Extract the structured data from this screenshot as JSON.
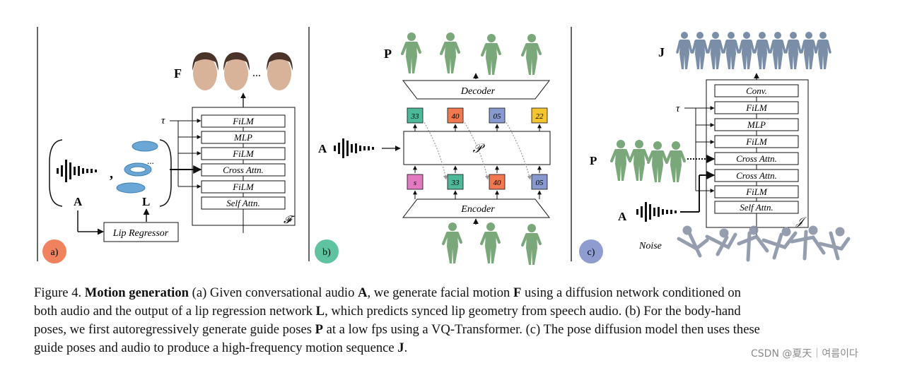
{
  "panel_a": {
    "badge": "a)",
    "output_label": "F",
    "ellipsis": "...",
    "tau": "τ",
    "audio_label": "A",
    "lip_label": "L",
    "comma": ",",
    "lip_ellipsis": "...",
    "lip_regressor": "Lip Regressor",
    "network_symbol": "𝓕",
    "layers": [
      "FiLM",
      "MLP",
      "FiLM",
      "Cross Attn.",
      "FiLM",
      "Self Attn."
    ]
  },
  "panel_b": {
    "badge": "b)",
    "output_label": "P",
    "audio_label": "A",
    "decoder": "Decoder",
    "encoder": "Encoder",
    "transformer_symbol": "𝒫",
    "top_tokens": [
      "33",
      "40",
      "05",
      "22"
    ],
    "bottom_tokens": [
      "s",
      "33",
      "40",
      "05"
    ]
  },
  "panel_c": {
    "badge": "c)",
    "output_label": "J",
    "guide_label": "P",
    "audio_label": "A",
    "noise_label": "Noise",
    "tau": "τ",
    "network_symbol": "𝒥",
    "layers": [
      "Conv.",
      "FiLM",
      "MLP",
      "FiLM",
      "Cross Attn.",
      "Cross Attn.",
      "FiLM",
      "Self Attn."
    ]
  },
  "colors": {
    "badge_a": "#f0835e",
    "badge_b": "#5fc3a1",
    "badge_c": "#8f9cd0",
    "token_teal": "#4db89a",
    "token_orange": "#f0794f",
    "token_blue": "#8799cf",
    "token_yellow": "#f5c431",
    "token_pink": "#e27ac0",
    "body_green": "#7aa87a",
    "body_gray": "#7a8ea8",
    "lip_blue": "#6aa6d6"
  },
  "caption": {
    "l1_prefix": "Figure 4.",
    "l1_title": "Motion generation",
    "l1_a": "(a) Given conversational audio",
    "l1_A": "A",
    "l1_b": ", we generate facial motion",
    "l1_F": "F",
    "l1_c": "using a diffusion network conditioned on",
    "l2_a": "both audio and the output of a lip regression network",
    "l2_L": "L",
    "l2_b": ", which predicts synced lip geometry from speech audio.  (b) For the body-hand",
    "l3_a": "poses, we first autoregressively generate guide poses",
    "l3_P": "P",
    "l3_b": "at a low fps using a VQ-Transformer. (c) The pose diffusion model then uses these",
    "l4_a": "guide poses and audio to produce a high-frequency motion sequence",
    "l4_J": "J",
    "l4_b": "."
  },
  "watermark": "CSDN @夏天｜여름이다"
}
